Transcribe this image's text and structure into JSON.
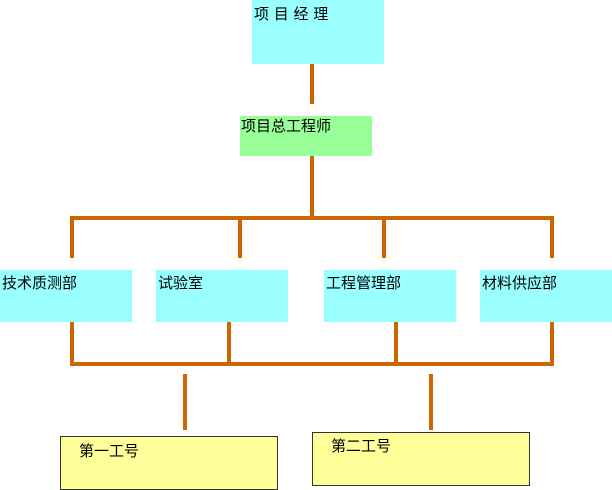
{
  "diagram": {
    "colors": {
      "connector": "#CC6600",
      "top_box": "#99FFFF",
      "chief_box": "#99FF99",
      "department_box": "#99FFFF",
      "section_box": "#FFFF99"
    },
    "project_manager": "项 目 经 理",
    "chief_engineer": "项目总工程师",
    "departments": [
      "技术质测部",
      "试验室",
      "工程管理部",
      "材料供应部"
    ],
    "sections": [
      "第一工号",
      "第二工号"
    ]
  }
}
